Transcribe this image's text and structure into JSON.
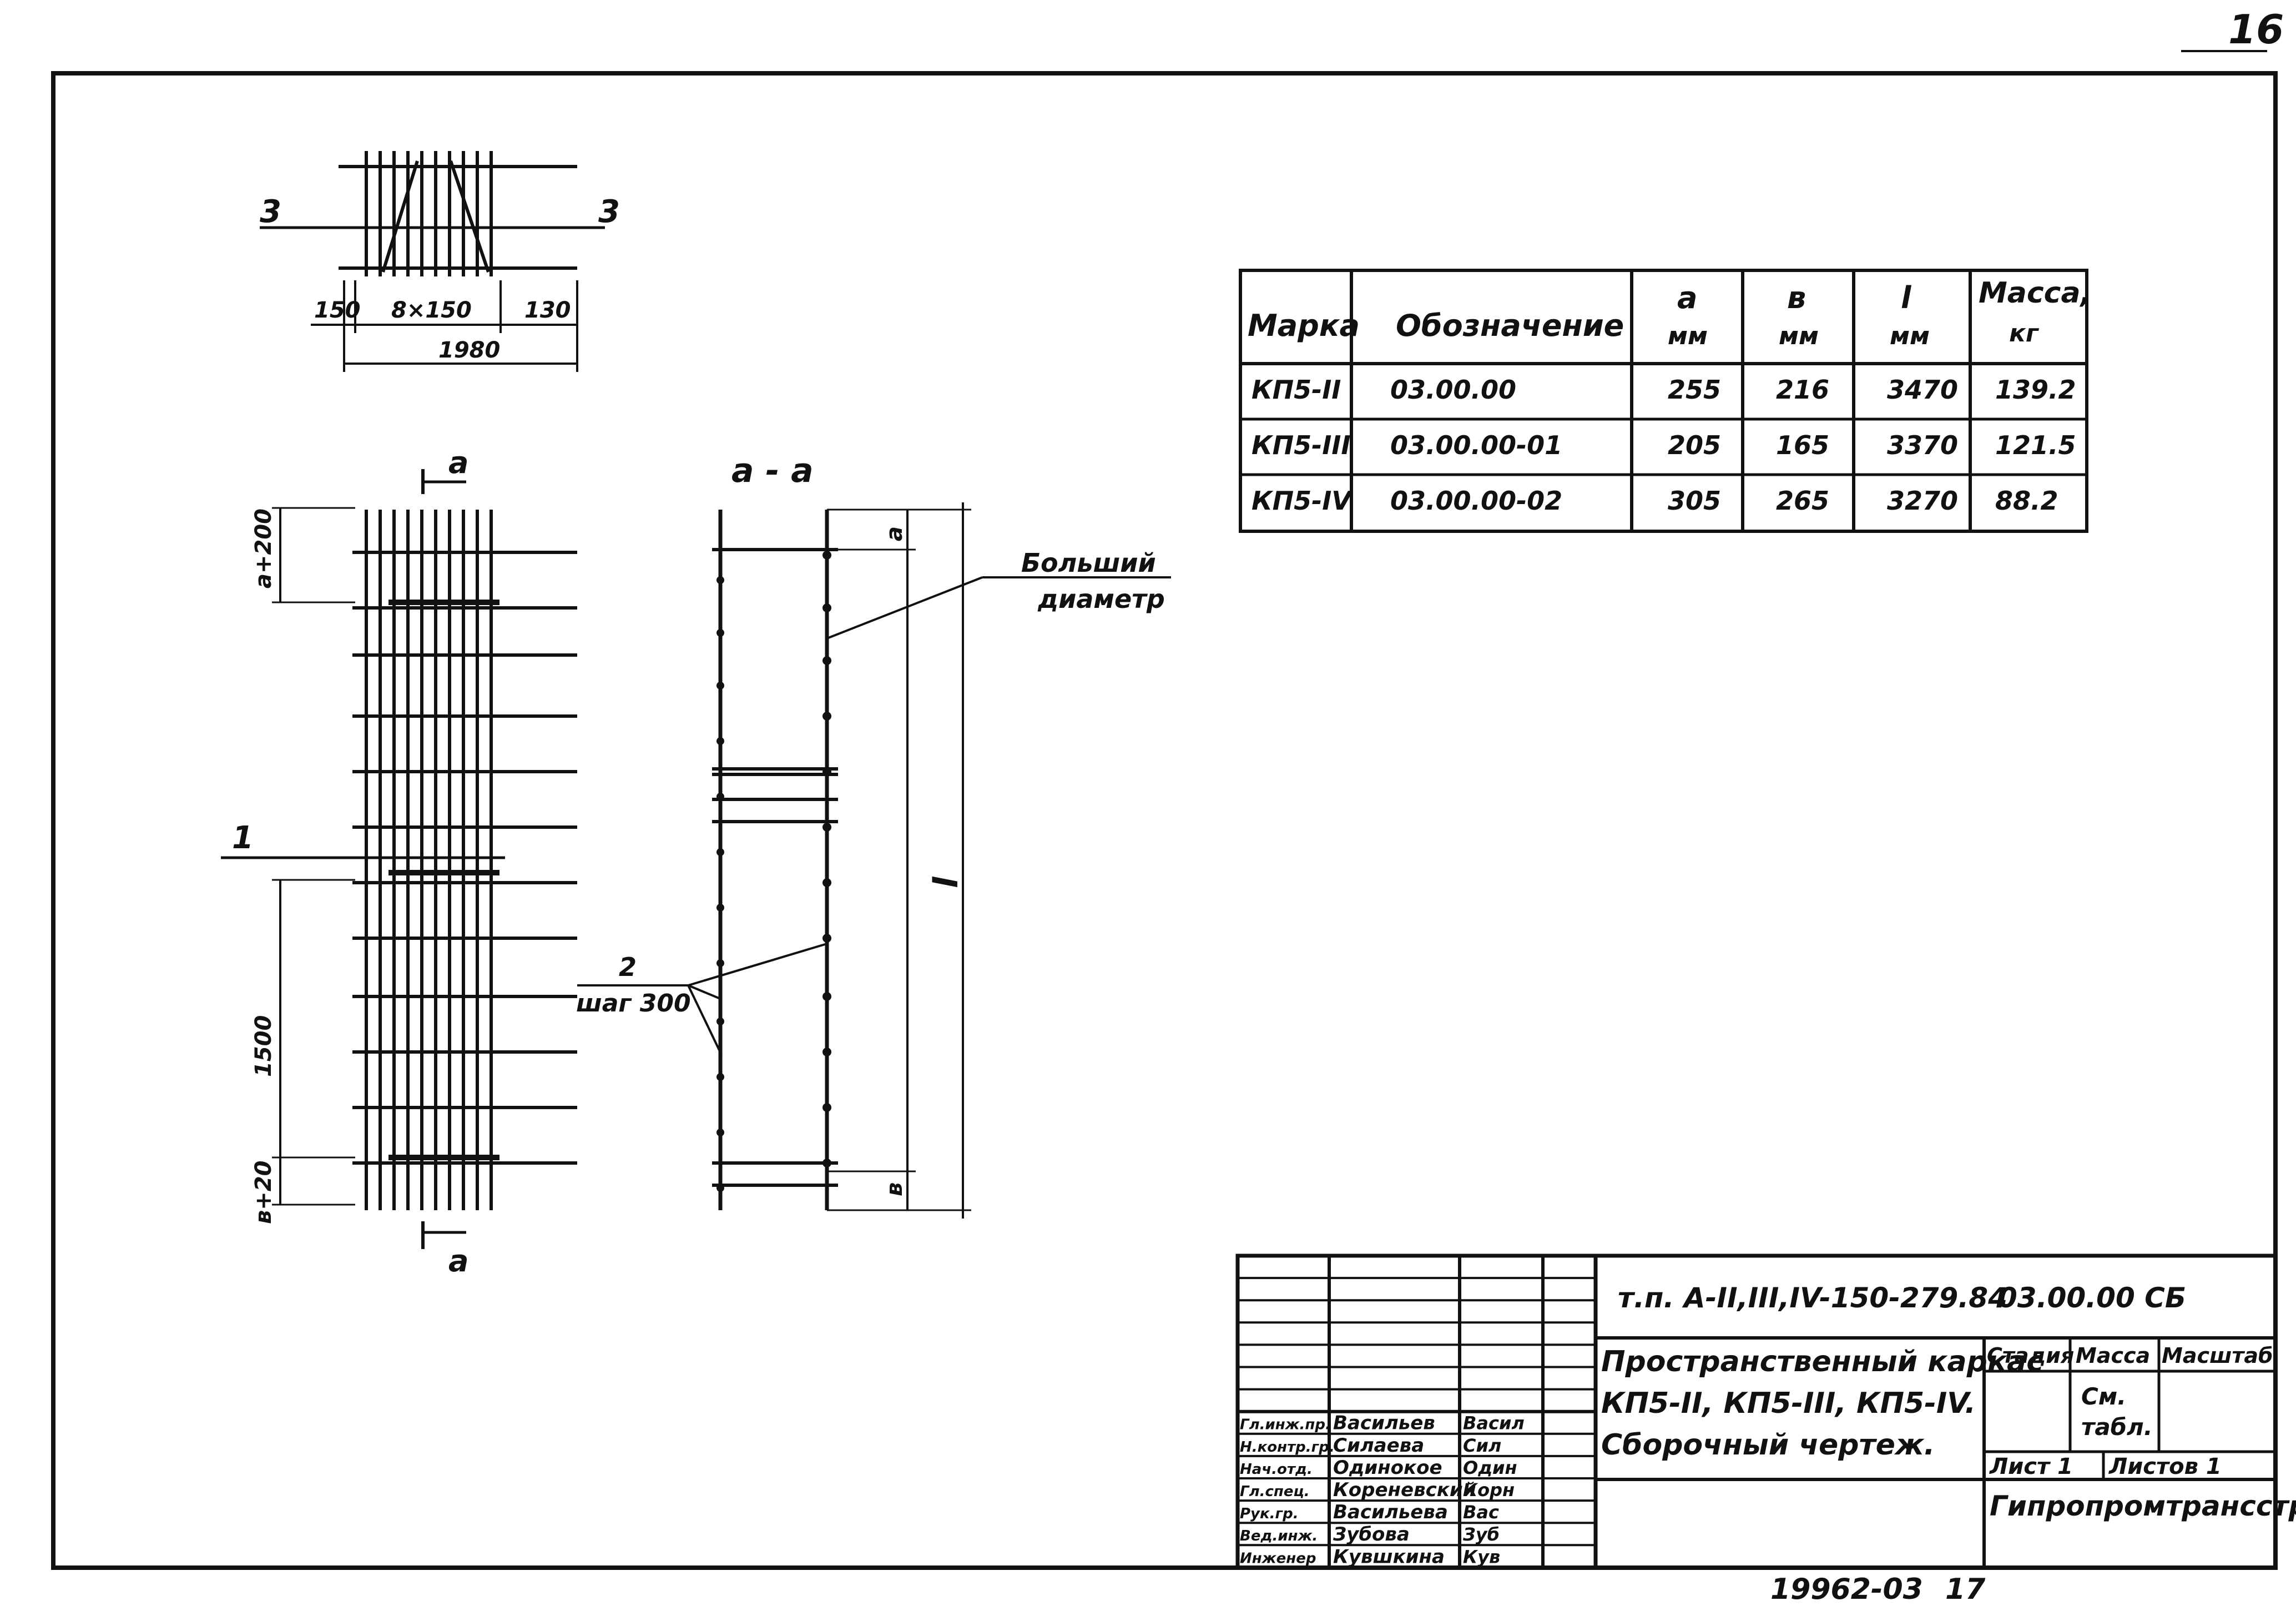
{
  "page_number": "16",
  "footer": {
    "doc_no": "19962-03",
    "sheet_count": "17"
  },
  "plan_view": {
    "section_mark_left": "3",
    "section_mark_right": "3",
    "dims": [
      "150",
      "8×150",
      "130",
      "1980"
    ]
  },
  "front_view": {
    "section_top": "a",
    "section_bottom": "a",
    "dim_top": "a+200",
    "dim_middle": "1500",
    "dim_bottom": "в+20",
    "callout_1": "1"
  },
  "section_view": {
    "title": "a - a",
    "dim_a": "a",
    "dim_l": "l",
    "dim_b": "в",
    "note_diam_1": "Больший",
    "note_diam_2": "диаметр",
    "callout_2": "2",
    "callout_2_step": "шаг 300"
  },
  "spec_table": {
    "headers": [
      [
        "Марка"
      ],
      [
        "Обозначение"
      ],
      [
        "a",
        "мм"
      ],
      [
        "в",
        "мм"
      ],
      [
        "l",
        "мм"
      ],
      [
        "Масса,",
        "кг"
      ]
    ],
    "rows": [
      [
        "КП5-II",
        "03.00.00",
        "255",
        "216",
        "3470",
        "139.2"
      ],
      [
        "КП5-III",
        "03.00.00-01",
        "205",
        "165",
        "3370",
        "121.5"
      ],
      [
        "КП5-IV",
        "03.00.00-02",
        "305",
        "265",
        "3270",
        "88.2"
      ]
    ]
  },
  "title_block": {
    "project_code": "т.п. А-II,III,IV-150-279.84",
    "drawing_code": "03.00.00 СБ",
    "title_lines": [
      "Пространственный каркас",
      "КП5-II, КП5-III, КП5-IV.",
      "Сборочный чертеж."
    ],
    "stage_label": "Стадия",
    "mass_label": "Масса",
    "scale_label": "Масштаб",
    "mass_value_1": "См.",
    "mass_value_2": "табл.",
    "sheet_label": "Лист 1",
    "sheets_label": "Листов 1",
    "organization": "Гипропромтрансстрой",
    "staff": [
      {
        "role": "Гл.инж.пр.",
        "name": "Васильев",
        "sign": "Васил"
      },
      {
        "role": "Н.контр.гр.",
        "name": "Силаева",
        "sign": "Сил"
      },
      {
        "role": "Нач.отд.",
        "name": "Одинокое",
        "sign": "Один"
      },
      {
        "role": "Гл.спец.",
        "name": "Кореневский",
        "sign": "Корн"
      },
      {
        "role": "Рук.гр.",
        "name": "Васильева",
        "sign": "Вас"
      },
      {
        "role": "Вед.инж.",
        "name": "Зубова",
        "sign": "Зуб"
      },
      {
        "role": "Инженер",
        "name": "Кувшкина",
        "sign": "Кув"
      }
    ]
  }
}
